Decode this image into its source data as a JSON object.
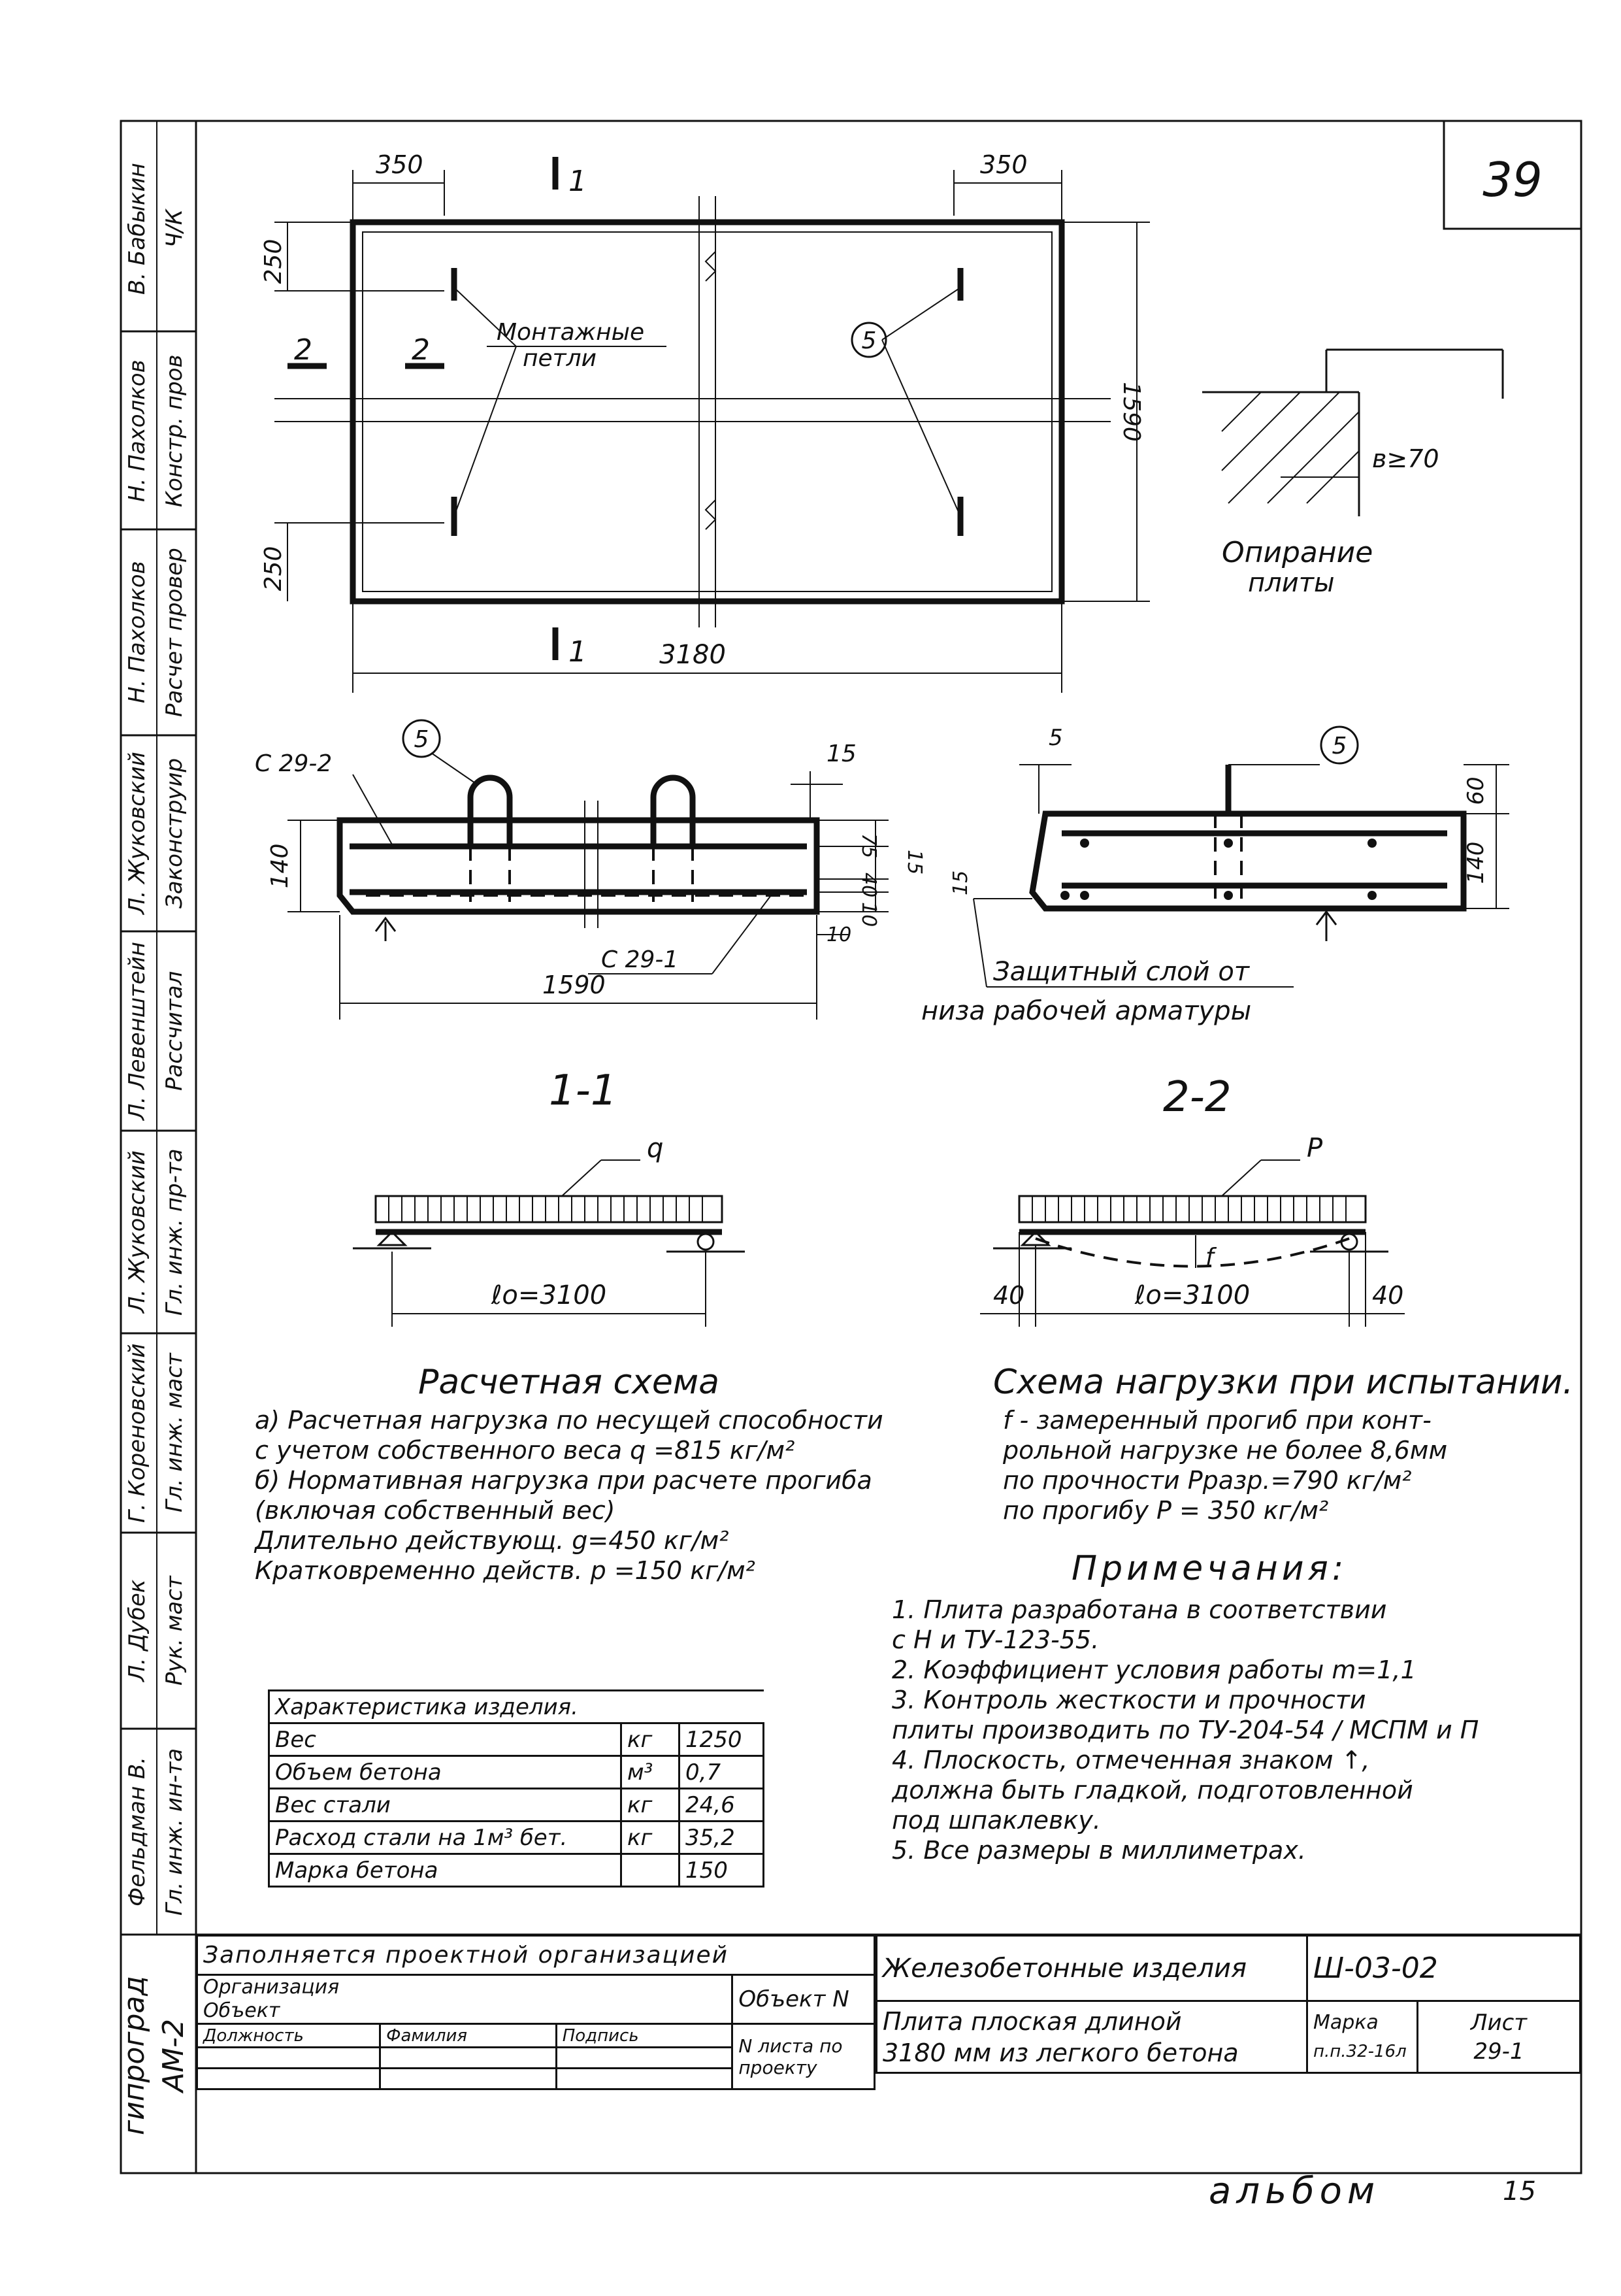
{
  "sheet_number": "39",
  "side_stamp": [
    {
      "role": "Ч/К",
      "name": "В. Бабыкин"
    },
    {
      "role": "Констр. пров",
      "name": "Н. Пахолков"
    },
    {
      "role": "Расчет провер",
      "name": "Н. Пахолков"
    },
    {
      "role": "Законструир",
      "name": "Л. Жуковский"
    },
    {
      "role": "Рассчитал",
      "name": "Л. Левенштейн"
    },
    {
      "role": "Гл. инж. пр-та",
      "name": "Л. Жуковский"
    },
    {
      "role": "Гл. инж. маст",
      "name": "Г. Кореновский"
    },
    {
      "role": "Рук. маст",
      "name": "Л. Дубек"
    },
    {
      "role": "Гл. инж. ин-та",
      "name": "Фельдман В."
    },
    {
      "role": "гипроград",
      "name": "АМ-2"
    }
  ],
  "plan": {
    "dim_left_top": "350",
    "dim_right_top": "350",
    "dim_250_top": "250",
    "dim_250_bottom": "250",
    "dim_height": "1590",
    "dim_length": "3180",
    "section1_top": "1",
    "section1_bottom": "1",
    "section2_left": "2",
    "section2_right": "2",
    "label_loops_1": "Монтажные",
    "label_loops_2": "петли",
    "callout": "5"
  },
  "support": {
    "dim": "в≥70",
    "caption_1": "Опирание",
    "caption_2": "плиты"
  },
  "section11": {
    "c29_2": "С 29-2",
    "c29_1": "С 29-1",
    "callout": "5",
    "dim_140": "140",
    "dim_15_top": "15",
    "dim_75": "75",
    "dim_15": "15",
    "dim_40": "40",
    "dim_10a": "10",
    "dim_10b": "10",
    "dim_1590": "1590"
  },
  "section22": {
    "callout": "5",
    "dim_5": "5",
    "dim_60": "60",
    "dim_140": "140",
    "dim_15": "15",
    "cover_1": "Защитный слой от",
    "cover_2": "низа рабочей арматуры"
  },
  "titles": {
    "s11": "1-1",
    "s22": "2-2"
  },
  "calc_scheme": {
    "load": "q",
    "span": "ℓо=3100",
    "title": "Расчетная схема",
    "lines": [
      "а) Расчетная нагрузка по несущей способности",
      "    с учетом собственного веса q =815 кг/м²",
      "б) Нормативная нагрузка при расчете прогиба",
      "    (включая собственный вес)",
      "    Длительно действующ.   g=450 кг/м²",
      "    Кратковременно действ.   p =150 кг/м²"
    ]
  },
  "test_scheme": {
    "load": "P",
    "f": "f",
    "span": "ℓо=3100",
    "dim_left": "40",
    "dim_right": "40",
    "title": "Схема нагрузки при испытании.",
    "lines": [
      "f - замеренный прогиб при конт-",
      "    рольной нагрузке не более 8,6мм",
      "    по прочности Рразр.=790 кг/м²",
      "    по прогибу    Р = 350 кг/м²"
    ]
  },
  "notes": {
    "title": "Примечания:",
    "items": [
      "1. Плита разработана в соответствии",
      "    с Н и ТУ-123-55.",
      "2. Коэффициент условия работы m=1,1",
      "3. Контроль жесткости и прочности",
      "    плиты производить по ТУ-204-54 / МСПМ и П",
      "4. Плоскость, отмеченная знаком ↑,",
      "    должна быть гладкой, подготовленной",
      "    под шпаклевку.",
      "5. Все размеры в миллиметрах."
    ]
  },
  "spec_table": {
    "title": "Характеристика изделия.",
    "rows": [
      {
        "name": "Вес",
        "unit": "кг",
        "value": "1250"
      },
      {
        "name": "Объем бетона",
        "unit": "м³",
        "value": "0,7"
      },
      {
        "name": "Вес стали",
        "unit": "кг",
        "value": "24,6"
      },
      {
        "name": "Расход стали на 1м³ бет.",
        "unit": "кг",
        "value": "35,2"
      },
      {
        "name": "Марка бетона",
        "unit": "",
        "value": "150"
      }
    ]
  },
  "title_block": {
    "filled_by": "Заполняется проектной организацией",
    "org": "Организация",
    "obj": "Объект",
    "obj_no": "Объект N",
    "col1": "Должность",
    "col2": "Фамилия",
    "col3": "Подпись",
    "sheet_no_proj": "N листа по проекту",
    "product_group": "Железобетонные изделия",
    "code": "Ш-03-02",
    "product_1": "Плита плоская длиной",
    "product_2": "3180 мм из легкого бетона",
    "mark_label": "Марка",
    "mark_value": "п.п.32-16л",
    "sheet_label": "Лист",
    "sheet_value": "29-1"
  },
  "footer": {
    "album": "альбом",
    "page": "15"
  }
}
